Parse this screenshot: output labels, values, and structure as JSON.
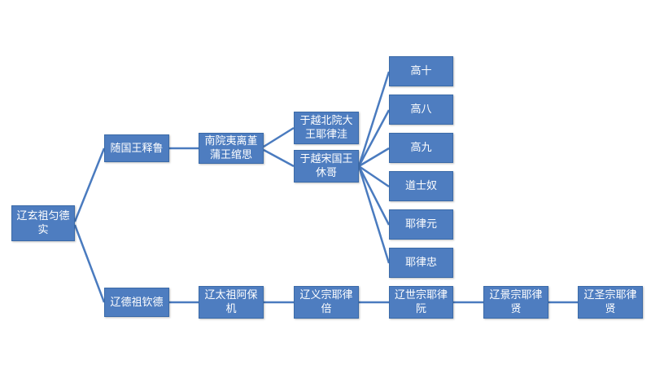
{
  "colors": {
    "node_fill": "#4e7dc0",
    "connector": "#4a7bbf",
    "background": "#ffffff"
  },
  "nodes": {
    "root": "辽玄祖匀德\n实",
    "sui_wang": "随国王释鲁",
    "nanyuan": "南院夷离堇\n蒲王绾思",
    "yu_yue_north": "于越北院大\n王耶律洼",
    "yu_yue_song": "于越宋国王\n休哥",
    "gao_shi": "高十",
    "gao_ba": "高八",
    "gao_jiu": "高九",
    "dao_shi_nu": "道士奴",
    "yelv_yuan": "耶律元",
    "yelv_zhong": "耶律忠",
    "de_zu": "辽德祖钦德",
    "tai_zu": "辽太祖阿保\n机",
    "yi_zong": "辽义宗耶律\n倍",
    "shi_zong": "辽世宗耶律\n阮",
    "jing_zong": "辽景宗耶律\n贤",
    "sheng_zong": "辽圣宗耶律\n贤"
  }
}
